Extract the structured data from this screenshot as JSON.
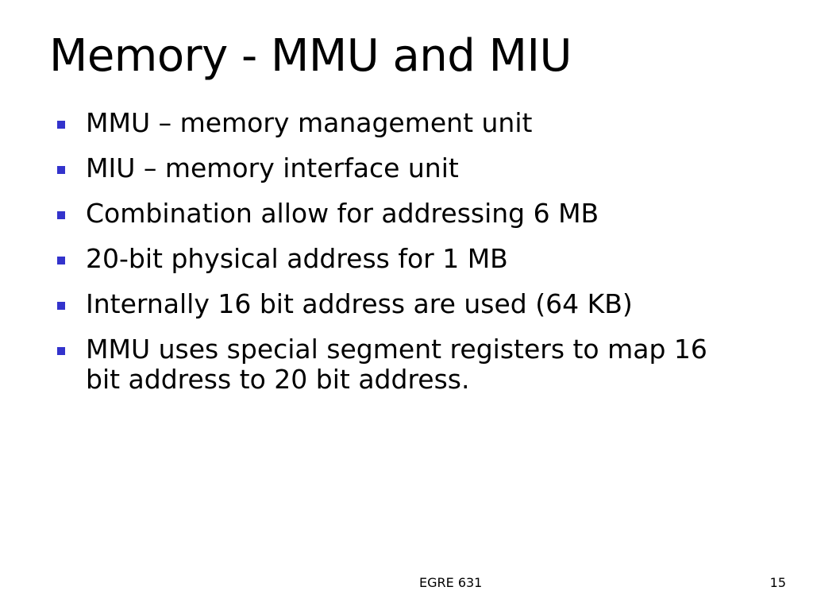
{
  "slide": {
    "title": "Memory - MMU and MIU",
    "bullet_color": "#3333cc",
    "bullets": [
      {
        "text": "MMU – memory management unit"
      },
      {
        "text": "MIU – memory interface unit"
      },
      {
        "text": "Combination allow for addressing 6 MB"
      },
      {
        "text": "20-bit physical address for 1 MB"
      },
      {
        "text": "Internally 16 bit address are used (64 KB)"
      },
      {
        "text": "MMU uses special segment registers to map 16 bit address to 20 bit address."
      }
    ]
  },
  "footer": {
    "course": "EGRE 631",
    "page_number": "15"
  }
}
